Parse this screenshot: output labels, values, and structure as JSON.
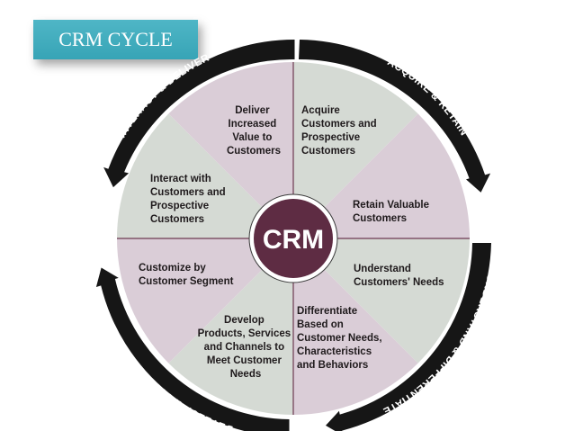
{
  "title": "CRM CYCLE",
  "center": "CRM",
  "segments": [
    {
      "lines": [
        "Deliver",
        "Increased",
        "Value to",
        "Customers"
      ]
    },
    {
      "lines": [
        "Acquire",
        "Customers and",
        "Prospective",
        "Customers"
      ]
    },
    {
      "lines": [
        "Retain Valuable",
        "Customers"
      ]
    },
    {
      "lines": [
        "Understand",
        "Customers' Needs"
      ]
    },
    {
      "lines": [
        "Differentiate",
        "Based on",
        "Customer Needs,",
        "Characteristics",
        "and Behaviors"
      ]
    },
    {
      "lines": [
        "Develop",
        "Products, Services",
        "and Channels to",
        "Meet Customer",
        "Needs"
      ]
    },
    {
      "lines": [
        "Customize by",
        "Customer Segment"
      ]
    },
    {
      "lines": [
        "Interact with",
        "Customers and",
        "Prospective",
        "Customers"
      ]
    }
  ],
  "ring_labels": {
    "interact_deliver": "INTERACT & DELIVER",
    "acquire_retain": "ACQUIRE & RETAIN",
    "understand_differentiate": "UNDERSTAND & DIFFERENTIATE",
    "develop_customize": "DEVELOP & CUSTOMIZE"
  },
  "colors": {
    "title_bg": "#3aa8ba",
    "segment_light": "#d4d9d3",
    "segment_pink": "#d9ccd6",
    "center_fill": "#5e2c43",
    "ring": "#161616"
  }
}
